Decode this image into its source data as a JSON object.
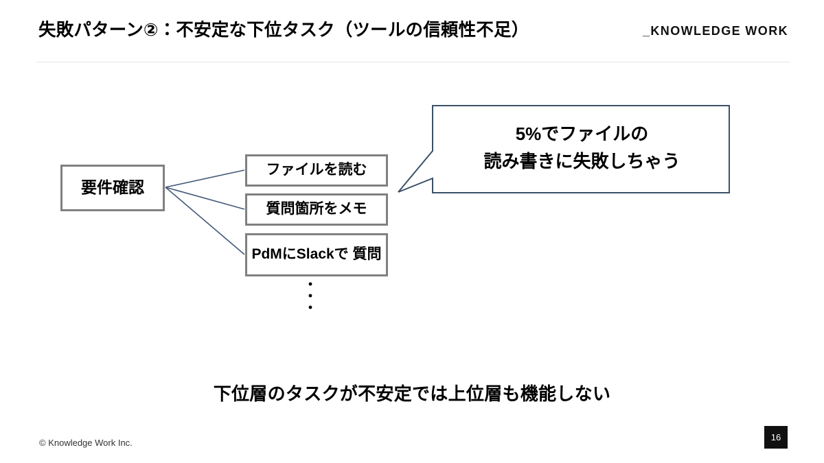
{
  "header": {
    "title": "失敗パターン②：不安定な下位タスク（ツールの信頼性不足）",
    "logo": "_KNOWLEDGE WORK"
  },
  "diagram": {
    "parent_node": {
      "label": "要件確認"
    },
    "task_nodes": [
      {
        "label": "ファイルを読む"
      },
      {
        "label": "質問箇所をメモ"
      },
      {
        "label_line1": "PdMにSlackで",
        "label_line2": "質問"
      }
    ],
    "ellipsis": {
      "dot1": "・",
      "dot2": "・",
      "dot3": "・"
    },
    "callout": {
      "line1": "5%でファイルの",
      "line2": "読み書きに失敗しちゃう"
    },
    "colors": {
      "node_border": "#808080",
      "connector": "#44597a",
      "callout_border": "#3b5068",
      "node_fill": "#ffffff"
    }
  },
  "conclusion": {
    "text": "下位層のタスクが不安定では上位層も機能しない"
  },
  "footer": {
    "copyright": "© Knowledge Work Inc.",
    "page_number": "16"
  }
}
